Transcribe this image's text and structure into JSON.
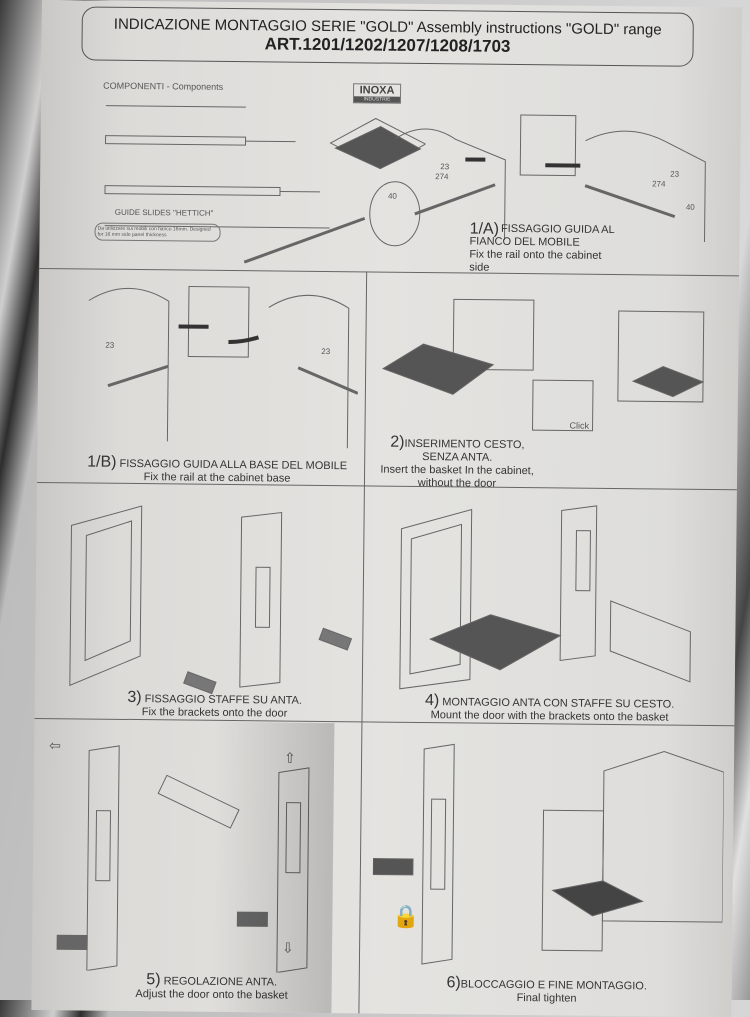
{
  "header": {
    "title": "INDICAZIONE MONTAGGIO SERIE \"GOLD\" Assembly instructions  \"GOLD\" range",
    "articles": "ART.1201/1202/1207/1208/1703"
  },
  "components": {
    "title": "COMPONENTI - Components",
    "logo_main": "INOXA",
    "logo_sub": "INDUSTRIE",
    "slides_label": "GUIDE SLIDES \"HETTICH\"",
    "note": "Da utilizzare sui mobili con fianco 16mm. Designed for 16 mm side panel thickness"
  },
  "dims": {
    "d23": "23",
    "d274": "274",
    "d40": "40",
    "click": "Click"
  },
  "steps": [
    {
      "num": "1/A)",
      "it": "FISSAGGIO GUIDA AL FIANCO DEL MOBILE",
      "en": "Fix the rail onto the cabinet side"
    },
    {
      "num": "1/B)",
      "it": "FISSAGGIO GUIDA ALLA BASE DEL MOBILE",
      "en": "Fix the rail at the cabinet base"
    },
    {
      "num": "2)",
      "it": "INSERIMENTO CESTO, SENZA ANTA.",
      "en": "Insert the basket In the cabinet, without the door"
    },
    {
      "num": "3)",
      "it": "FISSAGGIO STAFFE SU ANTA.",
      "en": "Fix the brackets onto the door"
    },
    {
      "num": "4)",
      "it": "MONTAGGIO ANTA CON STAFFE SU CESTO.",
      "en": "Mount the door with the brackets onto the basket"
    },
    {
      "num": "5)",
      "it": "REGOLAZIONE ANTA.",
      "en": "Adjust the door onto the basket"
    },
    {
      "num": "6)",
      "it": "BLOCCAGGIO E FINE MONTAGGIO.",
      "en": "Final tighten"
    }
  ]
}
